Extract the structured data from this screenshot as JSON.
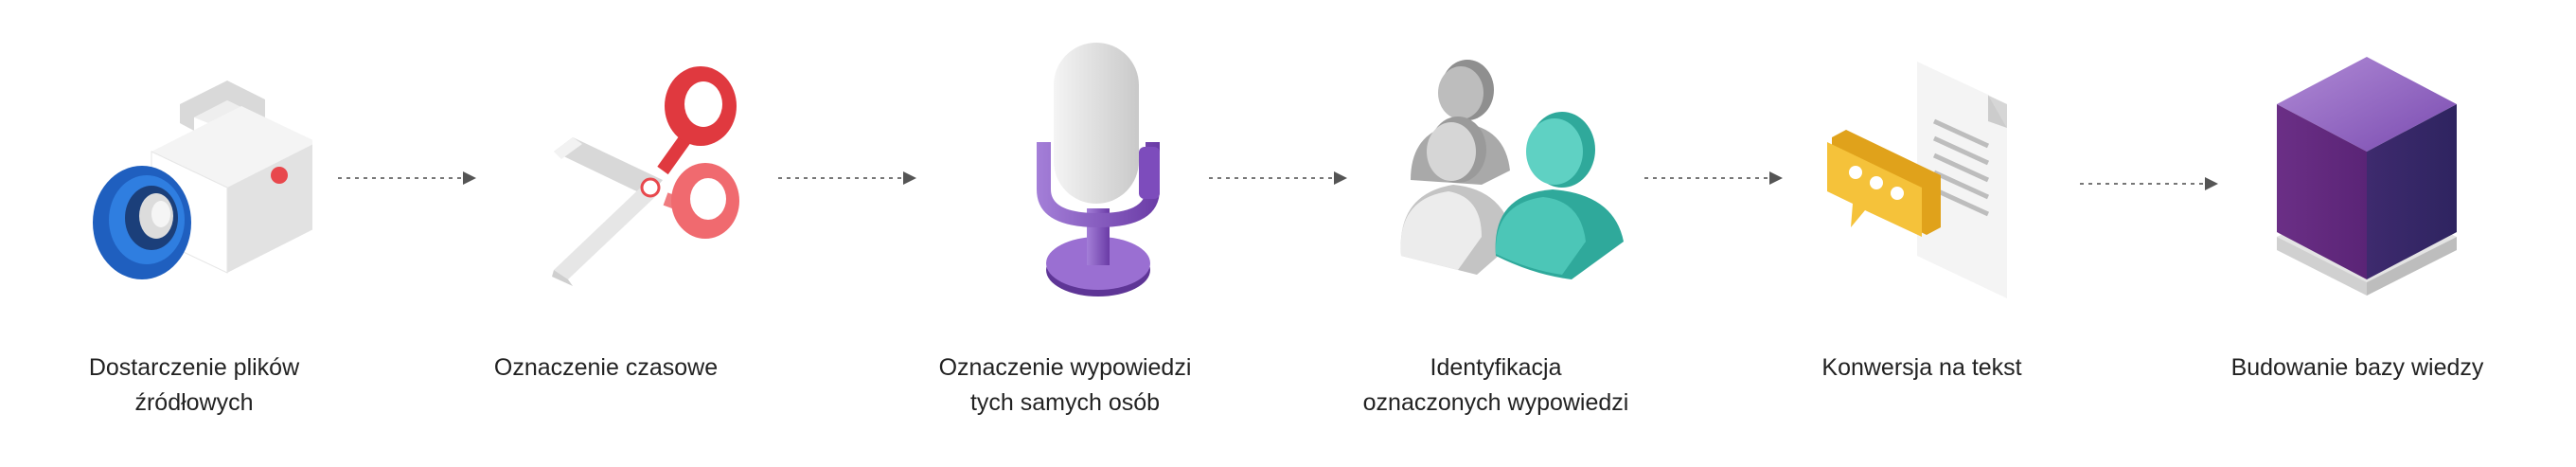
{
  "steps": [
    {
      "id": "source",
      "icon": "video-camera-icon",
      "label_lines": [
        "Dostarczenie plików",
        "źródłowych"
      ]
    },
    {
      "id": "timestamp",
      "icon": "scissors-icon",
      "label_lines": [
        "Oznaczenie czasowe"
      ]
    },
    {
      "id": "speaker-mark",
      "icon": "microphone-icon",
      "label_lines": [
        "Oznaczenie wypowiedzi",
        "tych samych osób"
      ]
    },
    {
      "id": "speaker-id",
      "icon": "people-icon",
      "label_lines": [
        "Identyfikacja",
        "oznaczonych wypowiedzi"
      ]
    },
    {
      "id": "transcription",
      "icon": "document-chat-icon",
      "label_lines": [
        "Konwersja na tekst"
      ]
    },
    {
      "id": "knowledge-base",
      "icon": "cube-icon",
      "label_lines": [
        "Budowanie bazy wiedzy"
      ]
    }
  ],
  "colors": {
    "text": "#222222",
    "arrow": "#777777",
    "camera_lens": "#2a6fd6",
    "scissors_handle": "#e8484d",
    "microphone": "#8a5bc7",
    "person_teal": "#3fc0b0",
    "chat_yellow": "#f5c23a",
    "cube_purple": "#6b2f86"
  }
}
